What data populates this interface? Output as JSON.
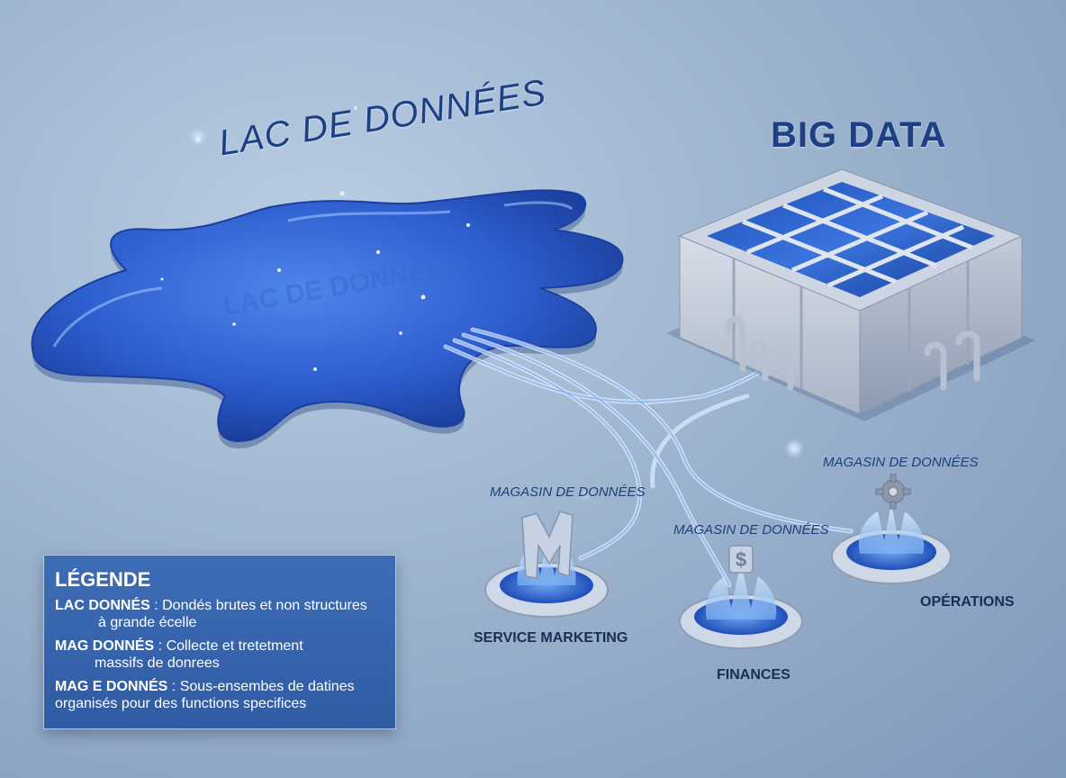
{
  "lake": {
    "title": "LAC DE DONNÉES",
    "reflection": "LAC DE DONNÉES"
  },
  "bigdata": {
    "title": "BIG DATA"
  },
  "marts": [
    {
      "label": "MAGASIN DE DONNÉES",
      "department": "SERVICE MARKETING",
      "icon": "m-letter-icon"
    },
    {
      "label": "MAGASIN DE DONNÉES",
      "department": "FINANCES",
      "icon": "dollar-icon"
    },
    {
      "label": "MAGASIN DE DONNÉES",
      "department": "OPÉRATIONS",
      "icon": "gear-icon"
    }
  ],
  "legend": {
    "title": "LÉGENDE",
    "items": [
      {
        "term": "LAC DONNÉS",
        "sep": " : ",
        "desc": "Dondés brutes et non structures",
        "desc2": "à grande écelle"
      },
      {
        "term": "MAG DONNÉS",
        "sep": " : ",
        "desc": "Collecte et tretetment",
        "desc2": "massifs de donrees"
      },
      {
        "term": "MAG E DONNÉS",
        "sep": " : ",
        "desc": "Sous-ensembes de datines",
        "desc2": "organisés pour des functions specifices"
      }
    ]
  },
  "colors": {
    "water": "#2f5fd0",
    "water_dark": "#1b3f9e",
    "title_blue": "#1d3f86",
    "legend_bg": "#2f63b2",
    "metal": "#c7d0de"
  }
}
